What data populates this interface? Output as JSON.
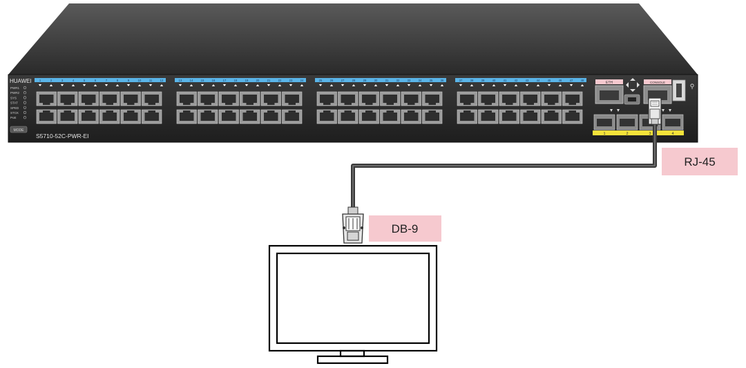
{
  "switch": {
    "brand": "HUAWEI",
    "model": "S5710-52C-PWR-EI",
    "leds": [
      "PWR1",
      "PWR2",
      "SYS",
      "STAT",
      "SPED",
      "STCK",
      "PoE"
    ],
    "mode_button": "MODE",
    "port_groups": [
      [
        "1",
        "2",
        "3",
        "4",
        "5",
        "6",
        "7",
        "8",
        "9",
        "10",
        "11",
        "12"
      ],
      [
        "13",
        "14",
        "15",
        "16",
        "17",
        "18",
        "19",
        "20",
        "21",
        "22",
        "23",
        "24"
      ],
      [
        "25",
        "26",
        "27",
        "28",
        "29",
        "30",
        "31",
        "32",
        "33",
        "34",
        "35",
        "36"
      ],
      [
        "37",
        "38",
        "39",
        "40",
        "41",
        "42",
        "43",
        "44",
        "45",
        "46",
        "47",
        "48"
      ]
    ],
    "eth_label": "ETH",
    "console_label": "CONSOLE",
    "sfp_labels": [
      "1",
      "2",
      "3",
      "4"
    ]
  },
  "connectors": {
    "rj45": "RJ-45",
    "db9": "DB-9"
  },
  "colors": {
    "chassis_top": "#3a3a3a",
    "front_panel": "#2b2b2b",
    "port_number_strip": "#5ab4e8",
    "sfp_strip": "#f5e33a",
    "label_box": "#f6c9cf",
    "cable": "#3a3a3a"
  }
}
